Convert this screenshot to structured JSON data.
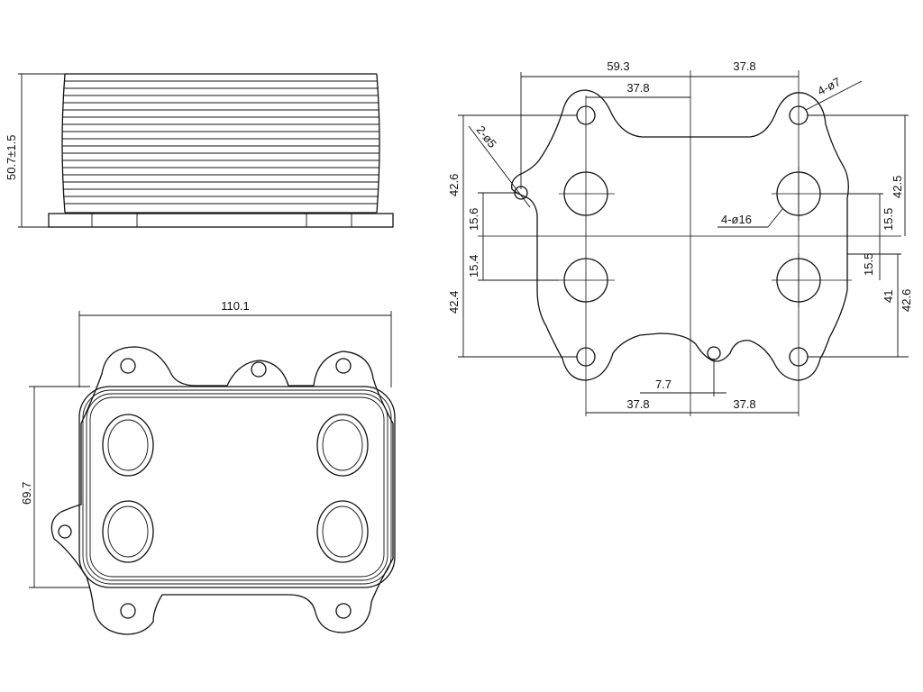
{
  "side_view": {
    "height_dim": "50.7±1.5"
  },
  "bottom_view": {
    "width_dim": "110.1",
    "height_dim": "69.7"
  },
  "flange_view": {
    "top_left_dim": "59.3",
    "top_right_dim": "37.8",
    "top_inner_dim": "37.8",
    "bottom_left_dim": "37.8",
    "bottom_right_dim": "37.8",
    "offset_dim": "7.7",
    "left_upper_dim": "42.6",
    "left_inner_upper_dim": "15.6",
    "left_inner_lower_dim": "15.4",
    "left_lower_dim": "42.4",
    "right_upper_dim": "42.5",
    "right_inner_upper_dim": "15.5",
    "right_inner_lower_dim": "15.5",
    "right_41_dim": "41",
    "right_lower_dim": "42.6",
    "callout_small_holes": "4-ø7",
    "callout_locating_holes": "2-ø5",
    "callout_ports": "4-ø16"
  }
}
